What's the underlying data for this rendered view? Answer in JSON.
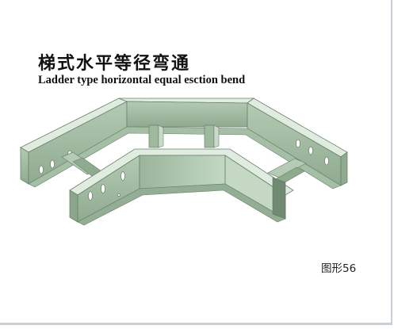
{
  "title_cn": "梯式水平等径弯通",
  "title_en": "Ladder type horizontal equal esction bend",
  "figure_label": "图形56",
  "colors": {
    "tray_light": "#c9dcc8",
    "tray_mid": "#a9c4a9",
    "tray_dark": "#7f9a80",
    "outline": "#5f7560",
    "background": "#ffffff"
  }
}
